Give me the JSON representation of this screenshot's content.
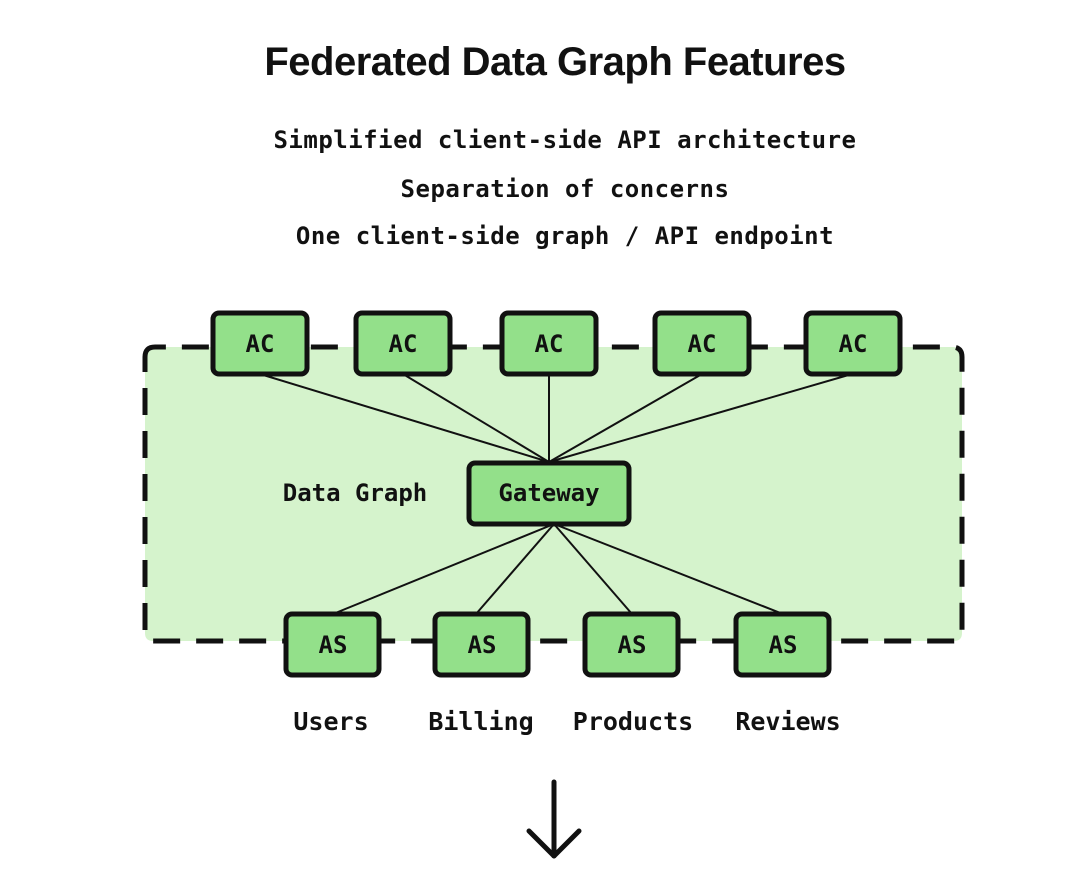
{
  "title": "Federated Data Graph Features",
  "features": [
    "Simplified client-side API architecture",
    "Separation of concerns",
    "One client-side graph / API endpoint"
  ],
  "diagram": {
    "region_label": "Data Graph",
    "gateway_label": "Gateway",
    "clients": [
      {
        "label": "AC"
      },
      {
        "label": "AC"
      },
      {
        "label": "AC"
      },
      {
        "label": "AC"
      },
      {
        "label": "AC"
      }
    ],
    "services": [
      {
        "label": "AS",
        "name": "Users"
      },
      {
        "label": "AS",
        "name": "Billing"
      },
      {
        "label": "AS",
        "name": "Products"
      },
      {
        "label": "AS",
        "name": "Reviews"
      }
    ],
    "colors": {
      "region_fill": "#d5f3cc",
      "node_fill": "#93e08a",
      "stroke": "#111111"
    }
  }
}
